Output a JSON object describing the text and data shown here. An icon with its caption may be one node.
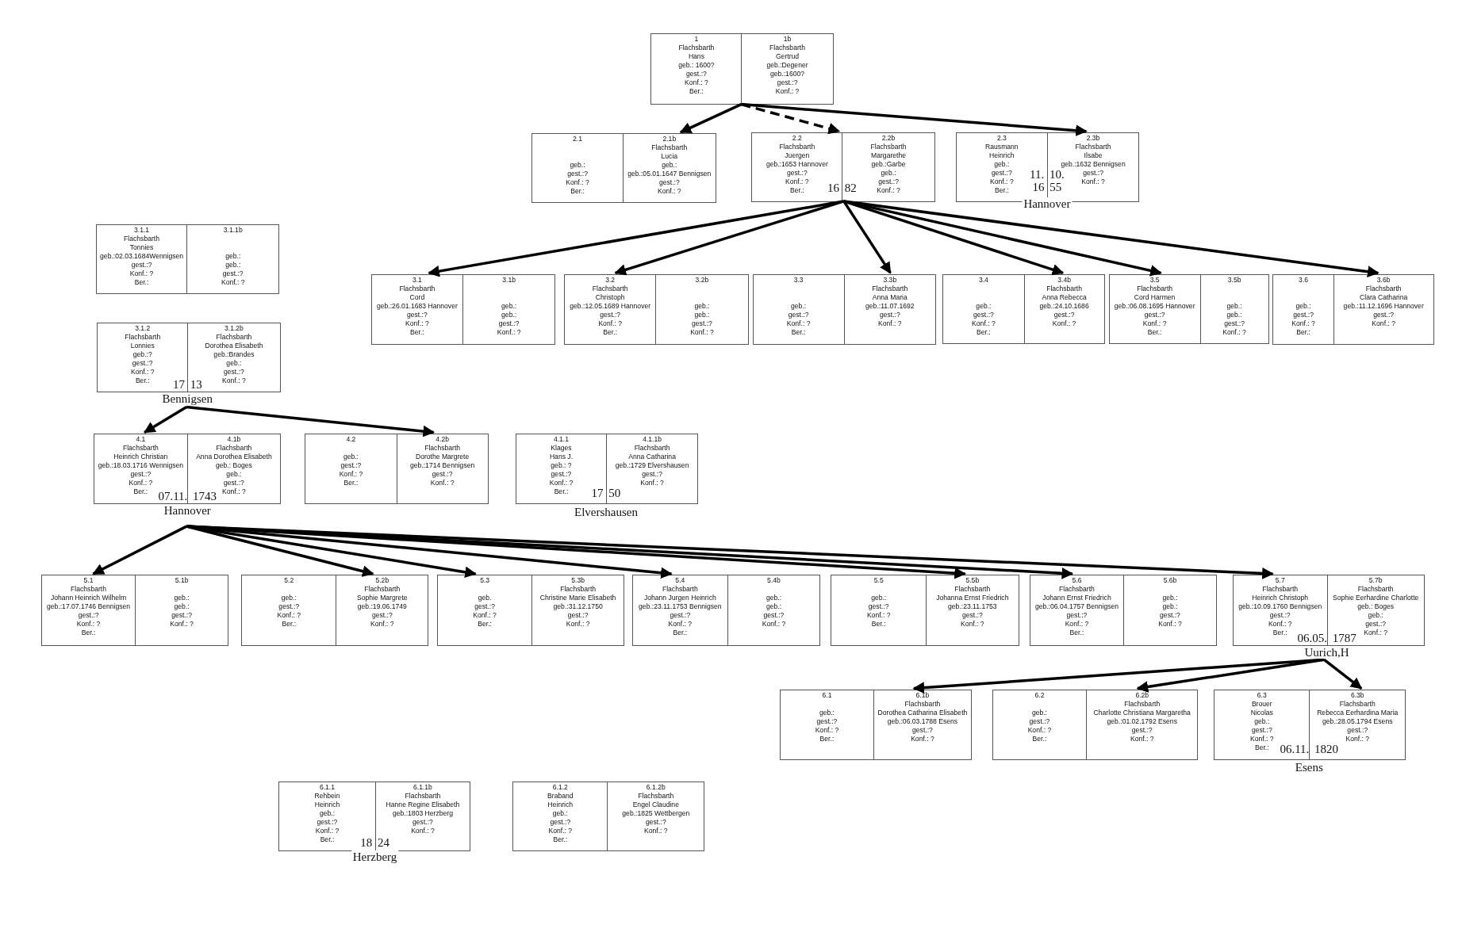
{
  "diagram": {
    "nodes": [
      {
        "text": [
          "1",
          "Flachsbarth",
          "Hans",
          "geb.: 1600?",
          "gest.:?",
          "Konf.: ?",
          "Ber.:"
        ]
      },
      {
        "text": [
          "1b",
          "Flachsbarth",
          "Gertrud",
          "geb.:Degener",
          "geb.:1600?",
          "gest.:?",
          "Konf.: ?"
        ]
      },
      {
        "text": [
          "2.1",
          "geb.:",
          "gest.:?",
          "Konf.: ?",
          "Ber.:"
        ]
      },
      {
        "text": [
          "2.1b",
          "Flachsbarth",
          "Lucia",
          "geb.:",
          "geb.:05.01.1647 Bennigsen",
          "gest.:?",
          "Konf.: ?"
        ]
      },
      {
        "text": [
          "2.2",
          "Flachsbarth",
          "Juergen",
          "geb.:1653 Hannover",
          "gest.:?",
          "Konf.: ?",
          "Ber.:"
        ]
      },
      {
        "text": [
          "2.2b",
          "Flachsbarth",
          "Margarethe",
          "geb.:Garbe",
          "geb.:",
          "gest.:?",
          "Konf.: ?"
        ]
      },
      {
        "text": [
          "2.3",
          "Rausmann",
          "Heinrich",
          "geb.:",
          "gest.:?",
          "Konf.: ?",
          "Ber.:"
        ]
      },
      {
        "text": [
          "2.3b",
          "Flachsbarth",
          "Ilsabe",
          "geb.:1632 Bennigsen",
          "gest.:?",
          "Konf.: ?"
        ]
      },
      {
        "text": [
          "3.1.1",
          "Flachsbarth",
          "Tonnies",
          "geb.:02.03.1684Wennigsen",
          "gest.:?",
          "Konf.: ?",
          "Ber.:"
        ]
      },
      {
        "text": [
          "3.1.1b",
          "geb.:",
          "geb.:",
          "gest.:?",
          "Konf.: ?"
        ]
      },
      {
        "text": [
          "3.1",
          "Flachsbarth",
          "Cord",
          "geb.:26.01.1683 Hannover",
          "gest.:?",
          "Konf.: ?",
          "Ber.:"
        ]
      },
      {
        "text": [
          "3.1b",
          "geb.:",
          "geb.:",
          "gest.:?",
          "Konf.: ?"
        ]
      },
      {
        "text": [
          "3.2",
          "Flachsbarth",
          "Christoph",
          "geb.:12.05.1689 Hannover",
          "gest.:?",
          "Konf.: ?",
          "Ber.:"
        ]
      },
      {
        "text": [
          "3.2b",
          "geb.:",
          "geb.:",
          "gest.:?",
          "Konf.: ?"
        ]
      },
      {
        "text": [
          "3.3",
          "geb.:",
          "gest.:?",
          "Konf.: ?",
          "Ber.:"
        ]
      },
      {
        "text": [
          "3.3b",
          "Flachsbarth",
          "Anna Maria",
          "geb.:11.07.1692",
          "gest.:?",
          "Konf.: ?"
        ]
      },
      {
        "text": [
          "3.4",
          "geb.:",
          "gest.:?",
          "Konf.: ?",
          "Ber.:"
        ]
      },
      {
        "text": [
          "3.4b",
          "Flachsbarth",
          "Anna Rebecca",
          "geb.:24.10.1686",
          "gest.:?",
          "Konf.: ?"
        ]
      },
      {
        "text": [
          "3.5",
          "Flachsbarth",
          "Cord Harmen",
          "geb.:06.08.1695 Hannover",
          "gest.:?",
          "Konf.: ?",
          "Ber.:"
        ]
      },
      {
        "text": [
          "3.5b",
          "geb.:",
          "geb.:",
          "gest.:?",
          "Konf.: ?"
        ]
      },
      {
        "text": [
          "3.6",
          "geb.:",
          "gest.:?",
          "Konf.: ?",
          "Ber.:"
        ]
      },
      {
        "text": [
          "3.6b",
          "Flachsbarth",
          "Clara Catharina",
          "geb.:11.12.1696 Hannover",
          "gest.:?",
          "Konf.: ?"
        ]
      },
      {
        "text": [
          "3.1.2",
          "Flachsbarth",
          "Lonnies",
          "geb.:?",
          "gest.:?",
          "Konf.: ?",
          "Ber.:"
        ]
      },
      {
        "text": [
          "3.1.2b",
          "Flachsbarth",
          "Dorothea Elisabeth",
          "geb.:Brandes",
          "geb.:",
          "gest.:?",
          "Konf.: ?"
        ]
      },
      {
        "text": [
          "4.1",
          "Flachsbarth",
          "Heinrich Christian",
          "geb.:18.03.1716 Wennigsen",
          "gest.:?",
          "Konf.: ?",
          "Ber.:"
        ]
      },
      {
        "text": [
          "4.1b",
          "Flachsbarth",
          "Anna Dorothea Elisabeth",
          "geb.: Boges",
          "geb.:",
          "gest.:?",
          "Konf.: ?"
        ]
      },
      {
        "text": [
          "4.2",
          "geb.:",
          "gest.:?",
          "Konf.: ?",
          "Ber.:"
        ]
      },
      {
        "text": [
          "4.2b",
          "Flachsbarth",
          "Dorothe Margrete",
          "geb.:1714 Bennigsen",
          "gest.:?",
          "Konf.: ?"
        ]
      },
      {
        "text": [
          "4.1.1",
          "Klages",
          "Hans J.",
          "geb.: ?",
          "gest.:?",
          "Konf.: ?",
          "Ber.:"
        ]
      },
      {
        "text": [
          "4.1.1b",
          "Flachsbarth",
          "Anna Catharina",
          "geb.:1729 Elvershausen",
          "gest.:?",
          "Konf.: ?"
        ]
      },
      {
        "text": [
          "5.1",
          "Flachsbarth",
          "Johann Heinrich Wilhelm",
          "geb.:17.07.1746 Bennigsen",
          "gest.:?",
          "Konf.: ?",
          "Ber.:"
        ]
      },
      {
        "text": [
          "5.1b",
          "geb.:",
          "geb.:",
          "gest.:?",
          "Konf.: ?"
        ]
      },
      {
        "text": [
          "5.2",
          "geb.:",
          "gest.:?",
          "Konf.: ?",
          "Ber.:"
        ]
      },
      {
        "text": [
          "5.2b",
          "Flachsbarth",
          "Sophie Margrete",
          "geb.:19.06.1749",
          "gest.:?",
          "Konf.: ?"
        ]
      },
      {
        "text": [
          "5.3",
          "geb.",
          "gest.:?",
          "Konf.: ?",
          "Ber.:"
        ]
      },
      {
        "text": [
          "5.3b",
          "Flachsbarth",
          "Christine Marie Elisabeth",
          "geb.:31.12.1750",
          "gest.:?",
          "Konf.: ?"
        ]
      },
      {
        "text": [
          "5.4",
          "Flachsbarth",
          "Johann Jurgen Heinrich",
          "geb.:23.11.1753 Bennigsen",
          "gest.:?",
          "Konf.: ?",
          "Ber.:"
        ]
      },
      {
        "text": [
          "5.4b",
          "geb.:",
          "geb.:",
          "gest.:?",
          "Konf.: ?"
        ]
      },
      {
        "text": [
          "5.5",
          "geb.:",
          "gest.:?",
          "Konf.: ?",
          "Ber.:"
        ]
      },
      {
        "text": [
          "5.5b",
          "Flachsbarth",
          "Johanna Ernst Friedrich",
          "geb.:23.11.1753",
          "gest.:?",
          "Konf.: ?"
        ]
      },
      {
        "text": [
          "5.6",
          "Flachsbarth",
          "Johann Ernst Friedrich",
          "geb.:06.04.1757 Bennigsen",
          "gest.:?",
          "Konf.: ?",
          "Ber.:"
        ]
      },
      {
        "text": [
          "5.6b",
          "geb.:",
          "geb.:",
          "gest.:?",
          "Konf.: ?"
        ]
      },
      {
        "text": [
          "5.7",
          "Flachsbarth",
          "Heinrich Christoph",
          "geb.:10.09.1760 Bennigsen",
          "gest.:?",
          "Konf.: ?",
          "Ber.:"
        ]
      },
      {
        "text": [
          "5.7b",
          "Flachsbarth",
          "Sophie Eerhardine Charlotte",
          "geb.: Boges",
          "geb.:",
          "gest.:?",
          "Konf.: ?"
        ]
      },
      {
        "text": [
          "6.1",
          "geb.:",
          "gest.:?",
          "Konf.: ?",
          "Ber.:"
        ]
      },
      {
        "text": [
          "6.1b",
          "Flachsbarth",
          "Dorothea Catharina Elisabeth",
          "geb.:06.03.1788 Esens",
          "gest.:?",
          "Konf.: ?"
        ]
      },
      {
        "text": [
          "6.2",
          "geb.:",
          "gest.:?",
          "Konf.: ?",
          "Ber.:"
        ]
      },
      {
        "text": [
          "6.2b",
          "Flachsbarth",
          "Charlotte Christiana Margaretha",
          "geb.:01.02.1792 Esens",
          "gest.:?",
          "Konf.: ?"
        ]
      },
      {
        "text": [
          "6.3",
          "Brouer",
          "Nicolas",
          "geb.:",
          "gest.:?",
          "Konf.: ?",
          "Ber.:"
        ]
      },
      {
        "text": [
          "6.3b",
          "Flachsbarth",
          "Rebecca Eerhardina Maria",
          "geb.:28.05.1794 Esens",
          "gest.:?",
          "Konf.: ?"
        ]
      },
      {
        "text": [
          "6.1.1",
          "Rehbein",
          "Heinrich",
          "geb.:",
          "gest.:?",
          "Konf.: ?",
          "Ber.:"
        ]
      },
      {
        "text": [
          "6.1.1b",
          "Flachsbarth",
          "Hanne Regine Elisabeth",
          "geb.:1803 Herzberg",
          "gest.:?",
          "Konf.: ?"
        ]
      },
      {
        "text": [
          "6.1.2",
          "Braband",
          "Heinrich",
          "geb.:",
          "gest.:?",
          "Konf.: ?",
          "Ber.:"
        ]
      },
      {
        "text": [
          "6.1.2b",
          "Flachsbarth",
          "Engel Claudine",
          "geb.:1825 Wettbergen",
          "gest.:?",
          "Konf.: ?"
        ]
      }
    ],
    "edges": [
      {
        "from": 0,
        "to": 3,
        "arrow": "to"
      },
      {
        "from": 0,
        "to": 5,
        "arrow": "to",
        "style": "dashed"
      },
      {
        "from": 0,
        "to": 7,
        "arrow": "to"
      },
      {
        "from": 4,
        "to": 10,
        "arrow": "to"
      },
      {
        "from": 4,
        "to": 12,
        "arrow": "to"
      },
      {
        "from": 4,
        "to": 15,
        "arrow": "to"
      },
      {
        "from": 4,
        "to": 17,
        "arrow": "to"
      },
      {
        "from": 4,
        "to": 18,
        "arrow": "to"
      },
      {
        "from": 4,
        "to": 21,
        "arrow": "to"
      },
      {
        "from": 22,
        "to": 24,
        "arrow": "to"
      },
      {
        "from": 22,
        "to": 27,
        "arrow": "to"
      },
      {
        "from": 24,
        "to": 30,
        "arrow": "to"
      },
      {
        "from": 24,
        "to": 33,
        "arrow": "to"
      },
      {
        "from": 24,
        "to": 34,
        "arrow": "to"
      },
      {
        "from": 24,
        "to": 36,
        "arrow": "to"
      },
      {
        "from": 24,
        "to": 39,
        "arrow": "to"
      },
      {
        "from": 24,
        "to": 40,
        "arrow": "to"
      },
      {
        "from": 24,
        "to": 42,
        "arrow": "to"
      },
      {
        "from": 42,
        "to": 45,
        "arrow": "to"
      },
      {
        "from": 42,
        "to": 47,
        "arrow": "to"
      },
      {
        "from": 42,
        "to": 49,
        "arrow": "to"
      }
    ],
    "labels": [
      "11. 10. 16 55",
      "16 82",
      "Hannover",
      "17 13",
      "Bennigsen",
      "07.11. 1743",
      "17 50",
      "Hannover",
      "Elvershausen",
      "06.05. 1787",
      "Uurich,H",
      "06.11. 1820",
      "Esens",
      "18 24",
      "Herzberg"
    ]
  }
}
